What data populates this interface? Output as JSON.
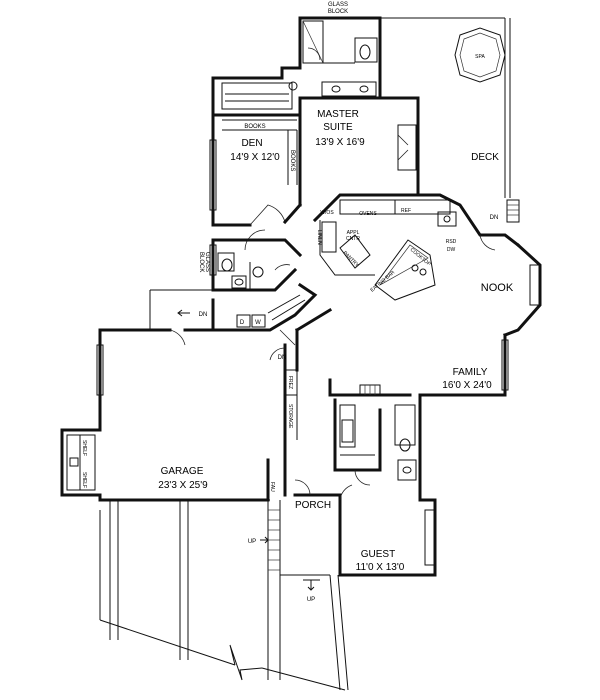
{
  "rooms": {
    "master_suite": {
      "name_line1": "MASTER",
      "name_line2": "SUITE",
      "size": "13'9 X 16'9"
    },
    "den": {
      "name": "DEN",
      "size": "14'9 X 12'0"
    },
    "garage": {
      "name": "GARAGE",
      "size": "23'3 X 25'9"
    },
    "family": {
      "name": "FAMILY",
      "size": "16'0 X 24'0"
    },
    "guest": {
      "name": "GUEST",
      "size": "11'0 X 13'0"
    },
    "nook": {
      "name": "NOOK"
    },
    "deck": {
      "name": "DECK"
    },
    "porch": {
      "name": "PORCH"
    }
  },
  "labels": {
    "glass_block_top_1": "GLASS",
    "glass_block_top_2": "BLOCK",
    "glass_block_side_1": "GLASS",
    "glass_block_side_2": "BLOCK",
    "spa": "SPA",
    "books_top": "BOOKS",
    "books_side": "BOOKS",
    "ovens": "OVENS",
    "ref": "REF",
    "wos": "W/OS",
    "linen": "LINEN",
    "appl_1": "APPL",
    "appl_2": "CNTR",
    "pantry": "PANTRY",
    "cooktop": "COOKTOP",
    "eating_bar": "EATING BAR",
    "rsd": "RSD",
    "dw": "DW",
    "washer": "W",
    "dryer": "D",
    "frez": "FREZ",
    "storage": "STORAGE",
    "fau": "FAU",
    "shelf_1": "SHELF",
    "shelf_2": "SHELF",
    "dn_deck": "DN",
    "dn_laundry": "DN",
    "dn_garage": "DN",
    "up_porch": "UP",
    "up_guest": "UP"
  }
}
